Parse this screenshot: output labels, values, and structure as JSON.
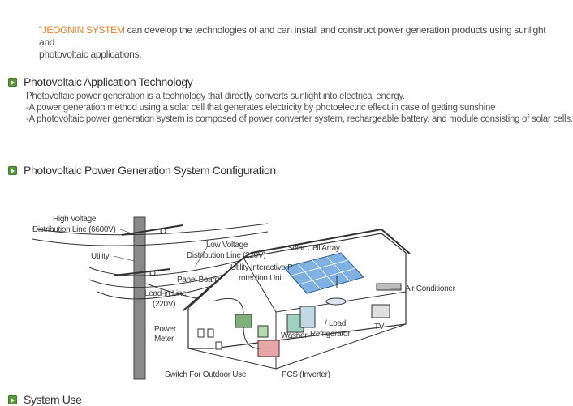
{
  "intro": {
    "open_quote": "“",
    "brand": "JEOGNIN SYSTEM",
    "line1": " can develop the technologies of and can install and construct power generation products using sunlight and",
    "line2": "photovoltaic applications."
  },
  "sections": {
    "application": {
      "title": "Photovoltaic Application Technology",
      "lines": [
        "Photovoltaic power generation is a technology that directly converts sunlight into electrical energy.",
        "-A power generation method using a solar cell that generates electricity by photoelectric effect in case of getting sunshine",
        "-A photovoltaic power generation system is composed of power converter system, rechargeable battery, and module consisting of solar cells."
      ]
    },
    "configuration": {
      "title": "Photovoltaic Power Generation System Configuration"
    },
    "system_use": {
      "title": "System Use"
    }
  },
  "diagram": {
    "high_voltage_1": "High Voltage",
    "high_voltage_2": "Distribution Line (6600V)",
    "utility": "Utility",
    "low_voltage_1": "Low Voltage",
    "low_voltage_2": "Distribution Line (220V)",
    "solar_array": "Solar Cell Array",
    "interactive_1": "Utility Interactive P",
    "interactive_2": "rotection Unit",
    "panel_board": "Panel Board",
    "lead_in_1": "Lead-in Line",
    "lead_in_2": "(220V)",
    "air_conditioner": "Air Conditioner",
    "load_1": "/ Load",
    "load_2": "Refrigerator",
    "washer": "Washer",
    "tv": "TV",
    "power_1": "Power",
    "power_2": "Meter",
    "switch_outdoor": "Switch For Outdoor Use",
    "pcs": "PCS (Inverter)"
  },
  "colors": {
    "brand": "#f07c22",
    "bullet": "#5a9a3a",
    "solar_panel": "#7fb2e3"
  }
}
